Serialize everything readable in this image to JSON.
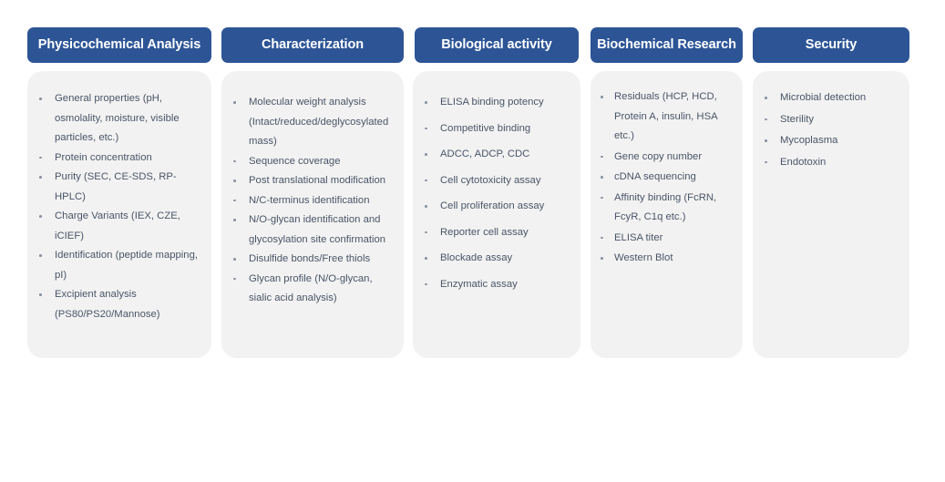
{
  "theme": {
    "header_bg": "#2d5596",
    "header_text": "#ffffff",
    "card_bg": "#f2f2f2",
    "body_text": "#4a5567",
    "bullet_color": "#8b93a1",
    "page_bg": "#ffffff"
  },
  "columns": [
    {
      "id": "physicochemical-analysis",
      "title": "Physicochemical Analysis",
      "items": [
        "General properties (pH, osmolality, moisture, visible particles, etc.)",
        "Protein concentration",
        "Purity (SEC,  CE-SDS, RP-HPLC)",
        "Charge Variants (IEX, CZE, iCIEF)",
        "Identification (peptide mapping, pI)",
        "Excipient analysis (PS80/PS20/Mannose)"
      ]
    },
    {
      "id": "characterization",
      "title": "Characterization",
      "items": [
        "Molecular weight analysis (Intact/reduced/deglycosylated mass)",
        "Sequence coverage",
        "Post translational modification",
        "N/C-terminus identification",
        "N/O-glycan identification and glycosylation site confirmation",
        "Disulfide bonds/Free thiols",
        "Glycan profile (N/O-glycan, sialic acid analysis)"
      ]
    },
    {
      "id": "biological-activity",
      "title": "Biological activity",
      "items": [
        "ELISA binding potency",
        "Competitive binding",
        "ADCC, ADCP, CDC",
        "Cell cytotoxicity assay",
        "Cell proliferation assay",
        "Reporter cell assay",
        "Blockade assay",
        "Enzymatic assay"
      ]
    },
    {
      "id": "biochemical-research",
      "title": "Biochemical Research",
      "items": [
        "Residuals (HCP, HCD, Protein A, insulin, HSA etc.)",
        "Gene copy number",
        "cDNA sequencing",
        "Affinity binding (FcRN, FcyR, C1q etc.)",
        "ELISA titer",
        "Western Blot"
      ]
    },
    {
      "id": "security",
      "title": "Security",
      "items": [
        "Microbial detection",
        "Sterility",
        "Mycoplasma",
        "Endotoxin"
      ]
    }
  ]
}
